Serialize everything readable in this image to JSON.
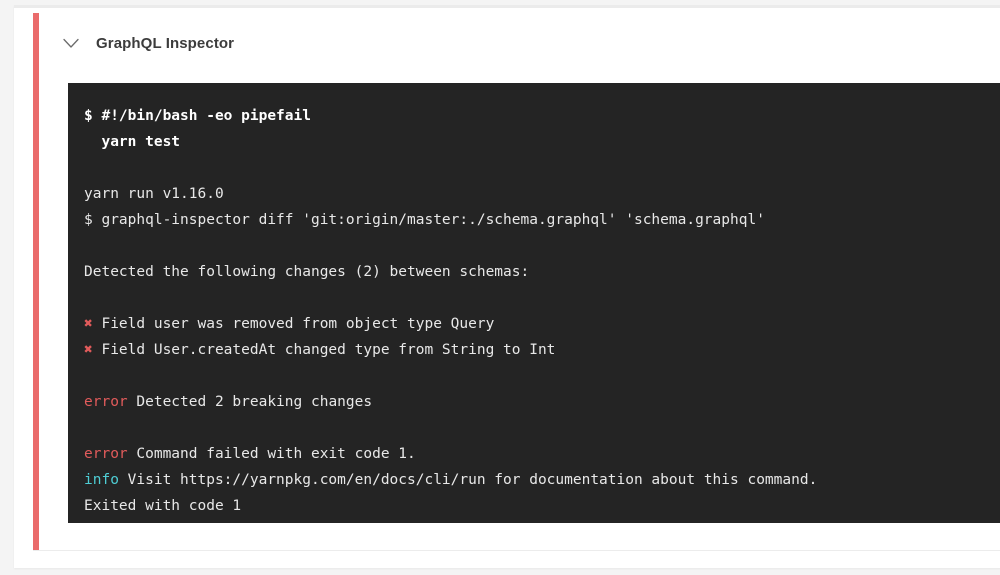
{
  "page": {
    "background_color": "#f4f4f4"
  },
  "card": {
    "background_color": "#ffffff",
    "accent_color": "#ea6b6b"
  },
  "step": {
    "icon": "chevron-down-icon",
    "title": "GraphQL Inspector",
    "expanded": true
  },
  "terminal": {
    "background_color": "#242424",
    "text_color": "#e8e8e8",
    "error_color": "#e15b5b",
    "info_color": "#4ecdd4",
    "lines": [
      {
        "kind": "command",
        "text": "$ #!/bin/bash -eo pipefail"
      },
      {
        "kind": "command",
        "text": "  yarn test"
      },
      {
        "kind": "blank",
        "text": ""
      },
      {
        "kind": "plain",
        "text": "yarn run v1.16.0"
      },
      {
        "kind": "plain",
        "text": "$ graphql-inspector diff 'git:origin/master:./schema.graphql' 'schema.graphql'"
      },
      {
        "kind": "blank",
        "text": ""
      },
      {
        "kind": "plain",
        "text": "Detected the following changes (2) between schemas:"
      },
      {
        "kind": "blank",
        "text": ""
      },
      {
        "kind": "marker",
        "marker": "✖",
        "text": " Field user was removed from object type Query"
      },
      {
        "kind": "marker",
        "marker": "✖",
        "text": " Field User.createdAt changed type from String to Int"
      },
      {
        "kind": "blank",
        "text": ""
      },
      {
        "kind": "keyword",
        "keyword": "error",
        "keyword_color": "error",
        "text": " Detected 2 breaking changes"
      },
      {
        "kind": "blank",
        "text": ""
      },
      {
        "kind": "keyword",
        "keyword": "error",
        "keyword_color": "error",
        "text": " Command failed with exit code 1."
      },
      {
        "kind": "keyword",
        "keyword": "info",
        "keyword_color": "info",
        "text": " Visit https://yarnpkg.com/en/docs/cli/run for documentation about this command."
      },
      {
        "kind": "plain",
        "text": "Exited with code 1"
      }
    ]
  }
}
